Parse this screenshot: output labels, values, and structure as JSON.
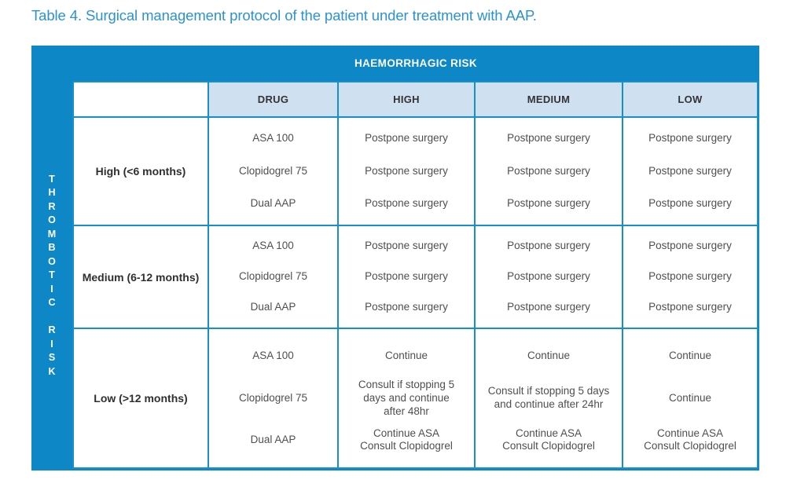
{
  "title": "Table 4. Surgical management protocol of the patient under treatment with AAP.",
  "table": {
    "haemorrhagic_header": "HAEMORRHAGIC RISK",
    "thrombotic_header": "THROMBOTIC RISK",
    "column_headers": {
      "drug": "DRUG",
      "high": "HIGH",
      "medium": "MEDIUM",
      "low": "LOW"
    },
    "rows": [
      {
        "label": "High (<6 months)",
        "drug": [
          "ASA 100",
          "Clopidogrel 75",
          "Dual AAP"
        ],
        "high": [
          "Postpone surgery",
          "Postpone surgery",
          "Postpone surgery"
        ],
        "medium": [
          "Postpone surgery",
          "Postpone surgery",
          "Postpone surgery"
        ],
        "low": [
          "Postpone surgery",
          "Postpone surgery",
          "Postpone surgery"
        ]
      },
      {
        "label": "Medium (6-12 months)",
        "drug": [
          "ASA 100",
          "Clopidogrel 75",
          "Dual AAP"
        ],
        "high": [
          "Postpone surgery",
          "Postpone surgery",
          "Postpone surgery"
        ],
        "medium": [
          "Postpone surgery",
          "Postpone surgery",
          "Postpone surgery"
        ],
        "low": [
          "Postpone surgery",
          "Postpone surgery",
          "Postpone surgery"
        ]
      },
      {
        "label": "Low (>12 months)",
        "drug": [
          "ASA 100",
          "Clopidogrel 75",
          "Dual AAP"
        ],
        "high": [
          "Continue",
          "Consult if stopping 5\ndays and continue\nafter 48hr",
          "Continue ASA\nConsult Clopidogrel"
        ],
        "medium": [
          "Continue",
          "Consult if stopping 5 days\nand continue after 24hr",
          "Continue ASA\nConsult Clopidogrel"
        ],
        "low": [
          "Continue",
          "Continue",
          "Continue ASA\nConsult Clopidogrel"
        ]
      }
    ]
  },
  "colors": {
    "frame_blue": "#0d87c6",
    "cell_border": "#1590cd",
    "header_cell_bg": "#cfe0f1",
    "title_text": "#2b93cf",
    "band_text": "#ffffff",
    "col_header_text": "#333333",
    "label_text": "#2f2f2f",
    "cell_text": "#4f4f4f",
    "page_bg": "#ffffff"
  }
}
